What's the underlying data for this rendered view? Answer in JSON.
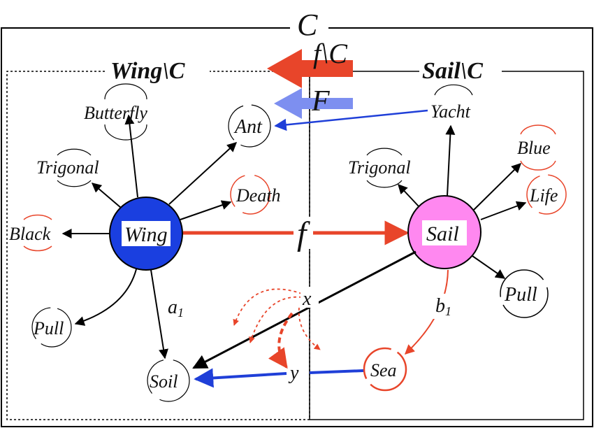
{
  "title": "C",
  "regions": {
    "left_label": "Wing\\C",
    "right_label": "Sail\\C"
  },
  "arrows": {
    "restriction_label": "f\\C",
    "functor_label": "F",
    "main_label": "f"
  },
  "nodes": {
    "wing": "Wing",
    "sail": "Sail",
    "butterfly": "Butterfly",
    "ant": "Ant",
    "trigonal_left": "Trigonal",
    "death": "Death",
    "black": "Black",
    "pull_left": "Pull",
    "soil": "Soil",
    "yacht": "Yacht",
    "trigonal_right": "Trigonal",
    "blue": "Blue",
    "life": "Life",
    "pull_right": "Pull",
    "sea": "Sea",
    "x": "x",
    "y": "y"
  },
  "edge_labels": {
    "a1_main": "a",
    "a1_sub": "1",
    "b1_main": "b",
    "b1_sub": "1"
  },
  "colors": {
    "wing_fill": "#1a3fe0",
    "sail_fill": "#ff88f0",
    "red": "#e8452a",
    "blue": "#1f3fd8",
    "light_blue": "#7d8ff0",
    "black": "#000000"
  }
}
